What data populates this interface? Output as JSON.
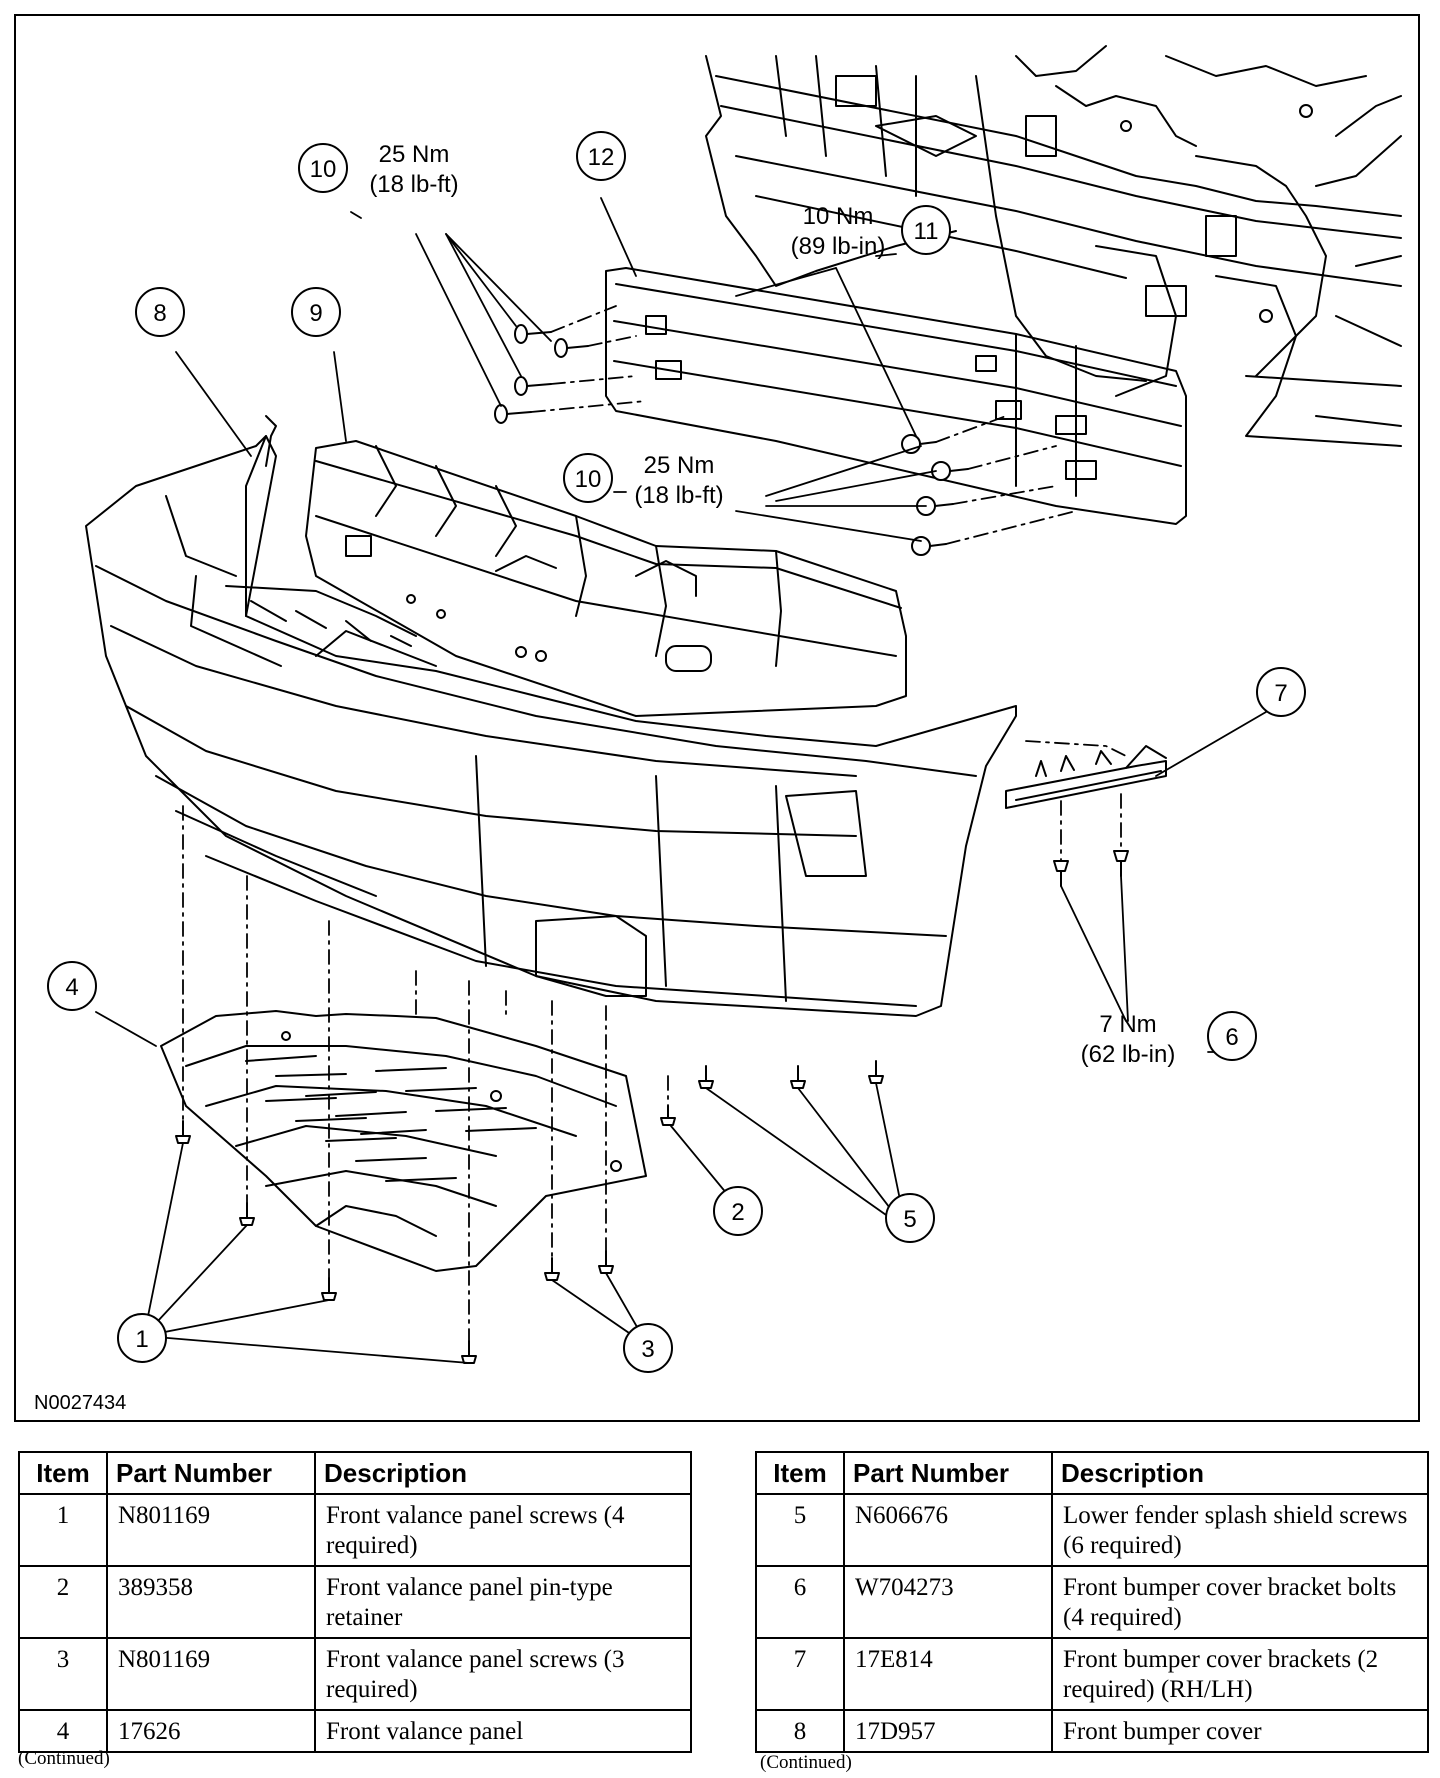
{
  "figure": {
    "code": "N0027434",
    "callouts": [
      "1",
      "2",
      "3",
      "4",
      "5",
      "6",
      "7",
      "8",
      "9",
      "10",
      "10",
      "11",
      "12"
    ],
    "torque": {
      "t10a": [
        "25 Nm",
        "(18 lb-ft)"
      ],
      "t10b": [
        "25 Nm",
        "(18 lb-ft)"
      ],
      "t11": [
        "10 Nm",
        "(89 lb-in)"
      ],
      "t6": [
        "7 Nm",
        "(62 lb-in)"
      ]
    }
  },
  "tables": {
    "headers": [
      "Item",
      "Part Number",
      "Description"
    ],
    "left": [
      {
        "item": "1",
        "part": "N801169",
        "desc": "Front valance panel screws (4 required)"
      },
      {
        "item": "2",
        "part": "389358",
        "desc": "Front valance panel pin-type retainer"
      },
      {
        "item": "3",
        "part": "N801169",
        "desc": "Front valance panel screws (3 required)"
      },
      {
        "item": "4",
        "part": "17626",
        "desc": "Front valance panel"
      }
    ],
    "right": [
      {
        "item": "5",
        "part": "N606676",
        "desc": "Lower fender splash shield screws (6 required)"
      },
      {
        "item": "6",
        "part": "W704273",
        "desc": "Front bumper cover bracket bolts (4 required)"
      },
      {
        "item": "7",
        "part": "17E814",
        "desc": "Front bumper cover brackets (2 required) (RH/LH)"
      },
      {
        "item": "8",
        "part": "17D957",
        "desc": "Front bumper cover"
      }
    ],
    "continued": "(Continued)"
  }
}
